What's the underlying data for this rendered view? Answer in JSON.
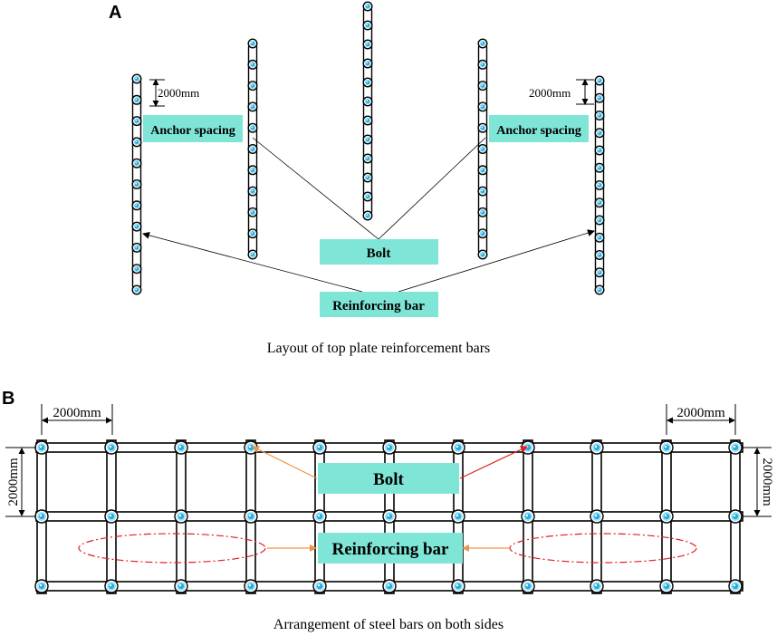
{
  "panel_a": {
    "letter": "A",
    "spacing_left": "2000mm",
    "spacing_right": "2000mm",
    "label_anchor_left": "Anchor spacing",
    "label_anchor_right": "Anchor spacing",
    "label_bolt": "Bolt",
    "label_bar": "Reinforcing bar",
    "caption": "Layout of top plate reinforcement bars"
  },
  "panel_b": {
    "letter": "B",
    "spacing_top_left": "2000mm",
    "spacing_top_right": "2000mm",
    "spacing_left_vertical": "2000mm",
    "spacing_right_vertical": "2000mm",
    "label_bolt": "Bolt",
    "label_bar": "Reinforcing bar",
    "caption": "Arrangement of steel bars on both sides"
  },
  "colors": {
    "tag_fill": "#7fe5d6",
    "bolt_fill": "#2aa9e0",
    "bolt_ring": "#9fe4f5",
    "line": "#000000",
    "orange_arrow": "#f0934a",
    "red_arrow": "#e02020",
    "ellipse": "#e02020"
  }
}
